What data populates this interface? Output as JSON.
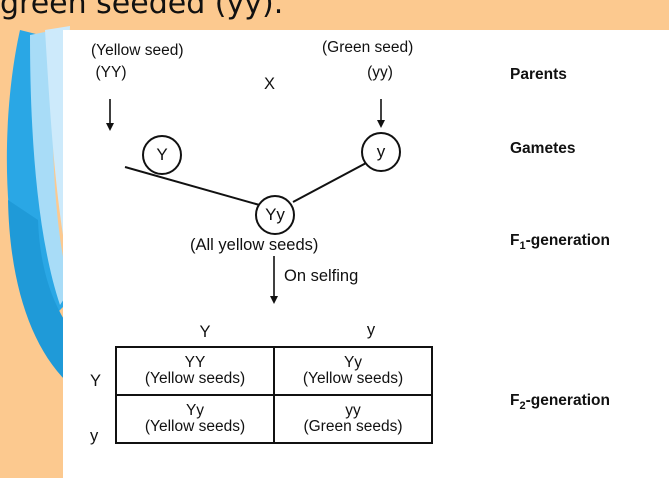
{
  "top_text": "green seeded (yy).",
  "parents": {
    "left_label": "(Yellow seed)",
    "left_genotype": "(YY)",
    "cross": "X",
    "right_label": "(Green seed)",
    "right_genotype": "(yy)"
  },
  "gametes": {
    "left": "Y",
    "right": "y"
  },
  "f1": {
    "genotype": "Yy",
    "label": "(All yellow seeds)",
    "selfing": "On selfing"
  },
  "punnett": {
    "col_headers": [
      "Y",
      "y"
    ],
    "row_headers": [
      "Y",
      "y"
    ],
    "cells": [
      [
        {
          "genotype": "YY",
          "phenotype": "(Yellow seeds)"
        },
        {
          "genotype": "Yy",
          "phenotype": "(Yellow seeds)"
        }
      ],
      [
        {
          "genotype": "Yy",
          "phenotype": "(Yellow seeds)"
        },
        {
          "genotype": "yy",
          "phenotype": "(Green seeds)"
        }
      ]
    ]
  },
  "stage_labels": {
    "parents": "Parents",
    "gametes": "Gametes",
    "f1_prefix": "F",
    "f1_sub": "1",
    "f1_suffix": "-generation",
    "f2_prefix": "F",
    "f2_sub": "2",
    "f2_suffix": "-generation"
  },
  "colors": {
    "background": "#fcc98f",
    "panel": "#ffffff",
    "ribbon_light": "#a8dcf7",
    "ribbon_dark": "#2aa7e5"
  }
}
